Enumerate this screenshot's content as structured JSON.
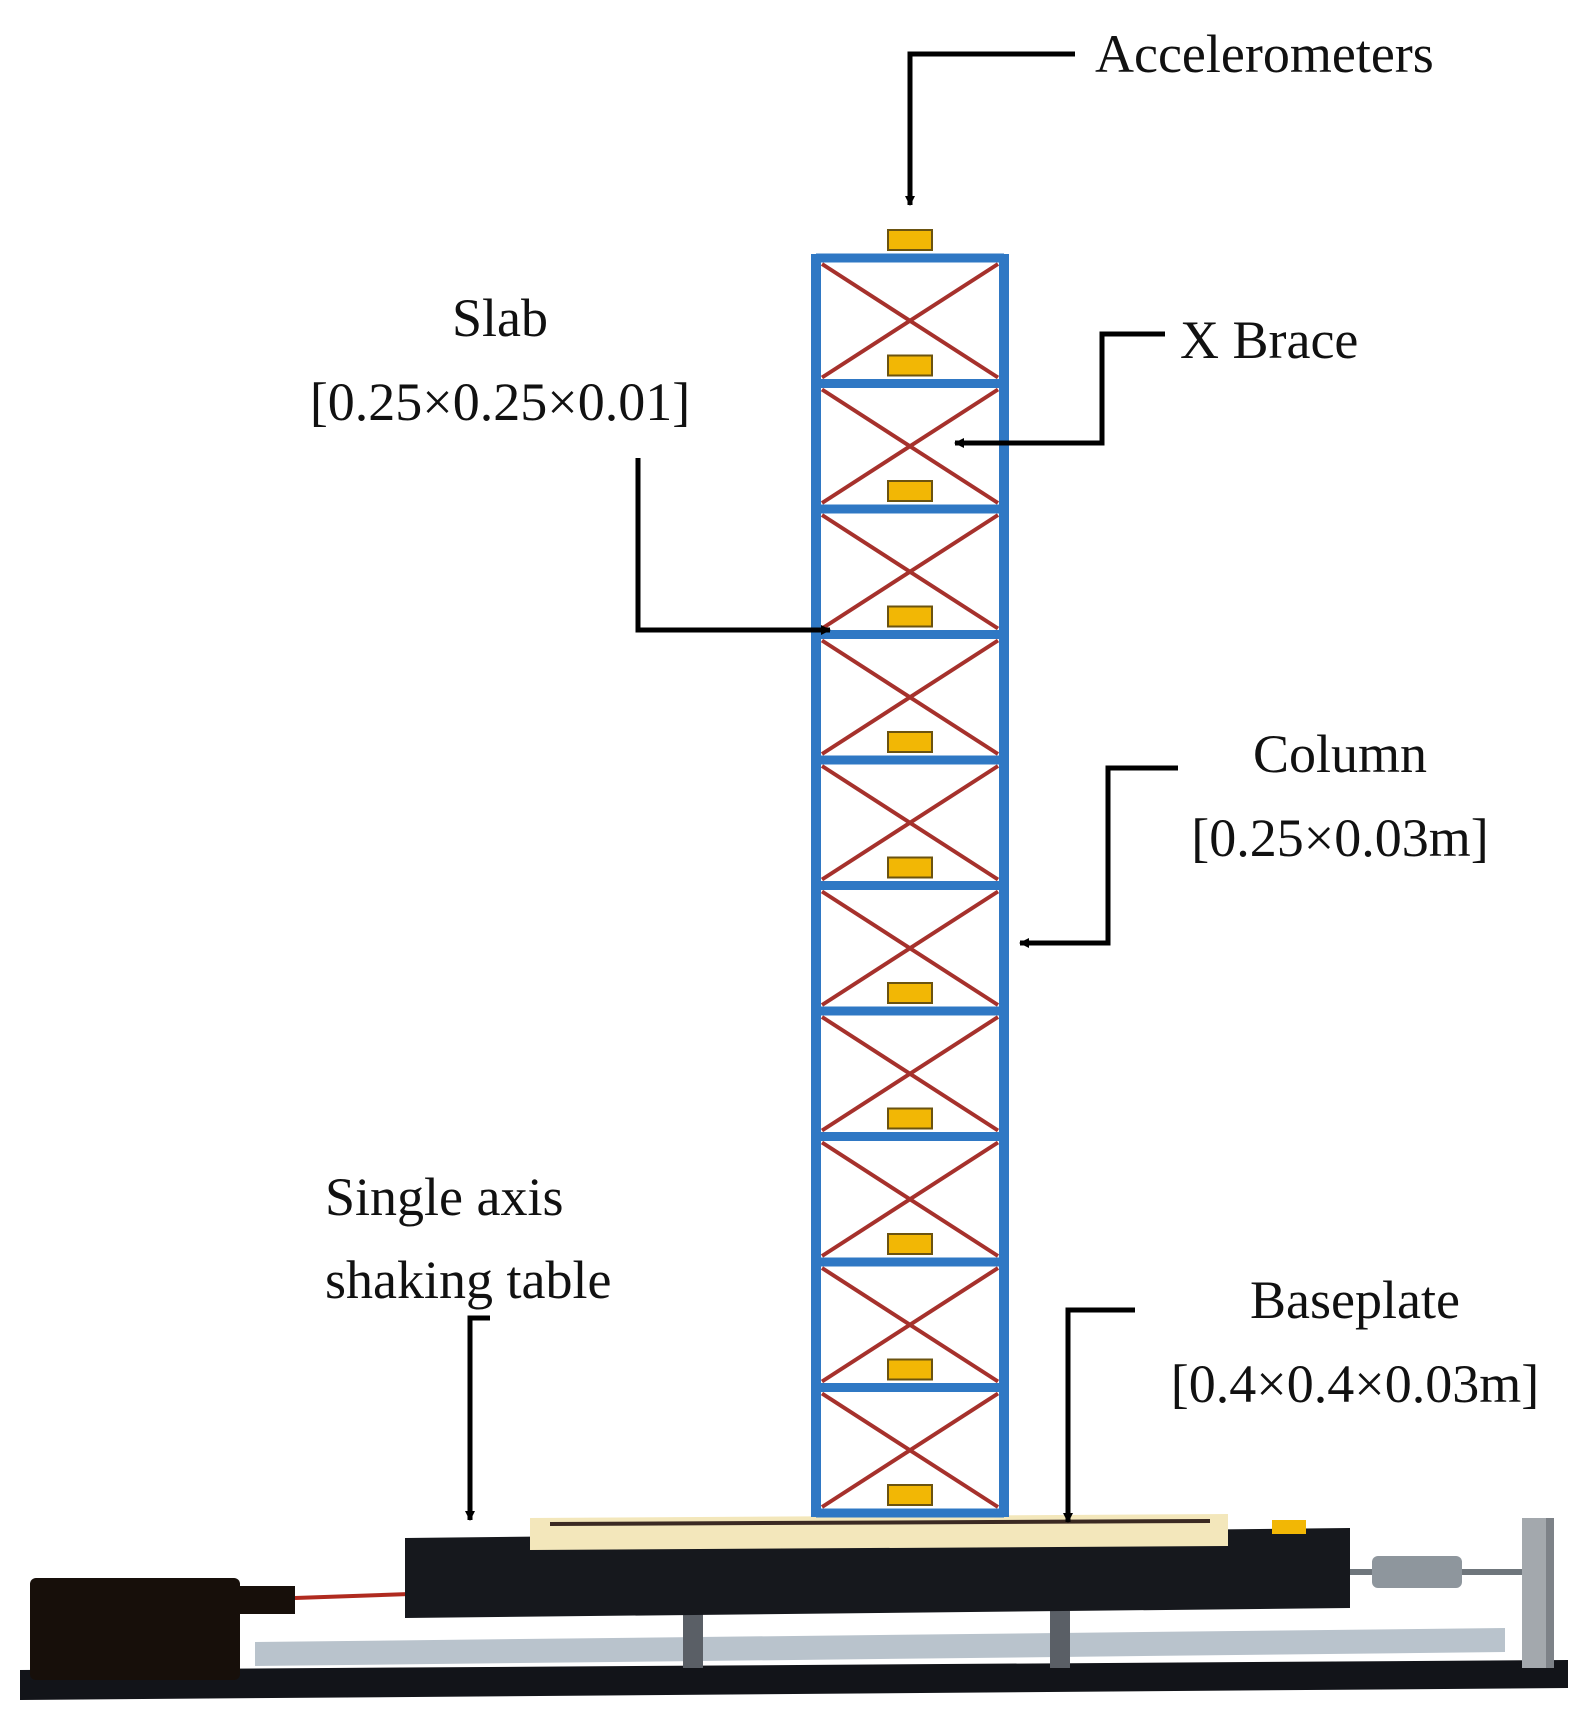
{
  "labels": {
    "accelerometers": "Accelerometers",
    "x_brace": "X Brace",
    "slab": "Slab",
    "slab_dims": "[0.25×0.25×0.01]",
    "column": "Column",
    "column_dims": "[0.25×0.03m]",
    "shaking_table_1": "Single axis",
    "shaking_table_2": "shaking table",
    "baseplate": "Baseplate",
    "baseplate_dims": "[0.4×0.4×0.03m]"
  },
  "colors": {
    "frame": "#2f78c4",
    "brace": "#a6312c",
    "accelerometer": "#f2b705",
    "accelerometer_edge": "#6b5310",
    "table": "#16181d",
    "baseplate": "#f3e7bb",
    "rail": "#b9c3cc",
    "motor": "#170f0a",
    "cable": "#b02a1f",
    "arrow": "#000000"
  },
  "structure": {
    "stories": 10,
    "accelerometer_count": 11
  }
}
